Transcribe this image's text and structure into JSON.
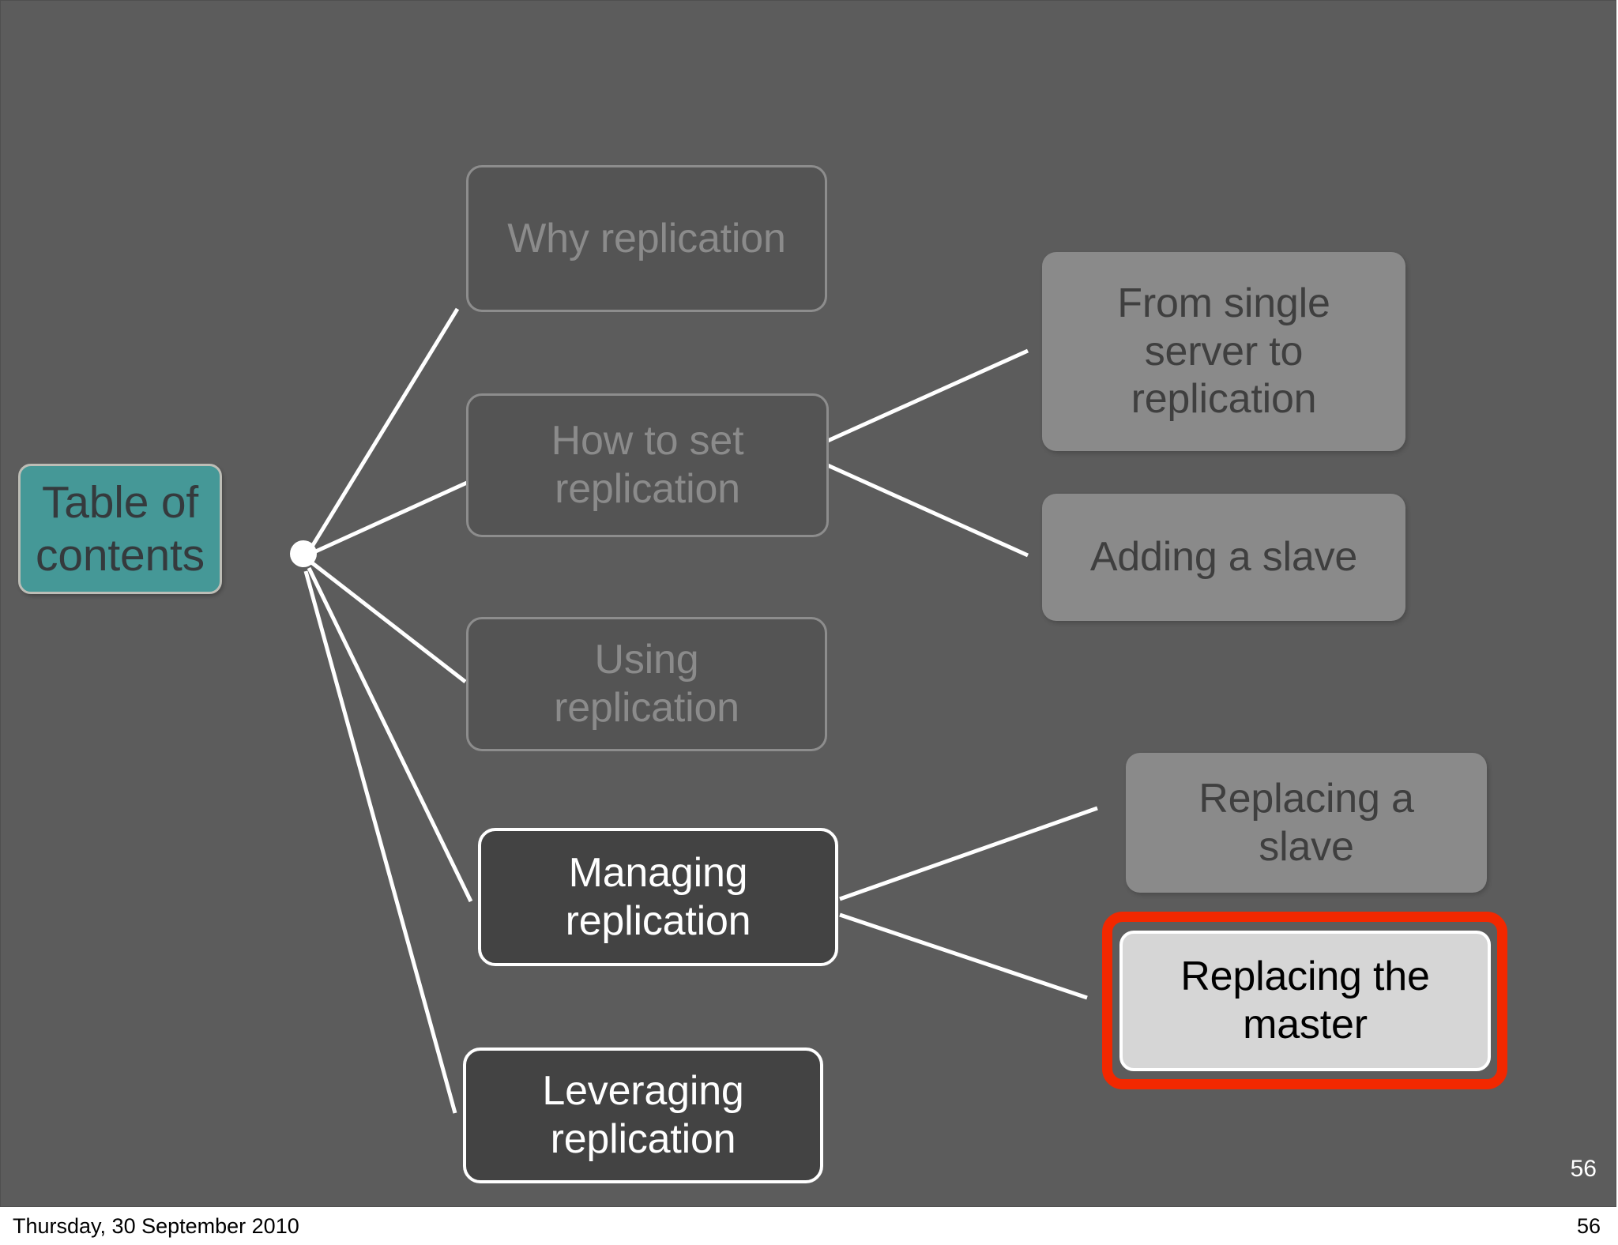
{
  "slide": {
    "background_color": "#5c5c5c",
    "page_number": "56",
    "root": {
      "label": "Table of\ncontents",
      "color": "#459897"
    },
    "nodes": [
      {
        "id": "why-replication",
        "label": "Why replication",
        "state": "dim"
      },
      {
        "id": "how-to-set",
        "label": "How to set\nreplication",
        "state": "dim"
      },
      {
        "id": "using-replication",
        "label": "Using\nreplication",
        "state": "dim"
      },
      {
        "id": "managing",
        "label": "Managing\nreplication",
        "state": "active"
      },
      {
        "id": "leveraging",
        "label": "Leveraging\nreplication",
        "state": "active"
      },
      {
        "id": "from-single",
        "label": "From single\nserver to\nreplication",
        "state": "gray"
      },
      {
        "id": "adding-slave",
        "label": "Adding a slave",
        "state": "gray"
      },
      {
        "id": "replacing-slave",
        "label": "Replacing a\nslave",
        "state": "gray"
      },
      {
        "id": "replacing-master",
        "label": "Replacing the\nmaster",
        "state": "highlight",
        "highlight_color": "#f22800"
      }
    ]
  },
  "footer": {
    "date": "Thursday, 30 September 2010",
    "page_number": "56"
  }
}
